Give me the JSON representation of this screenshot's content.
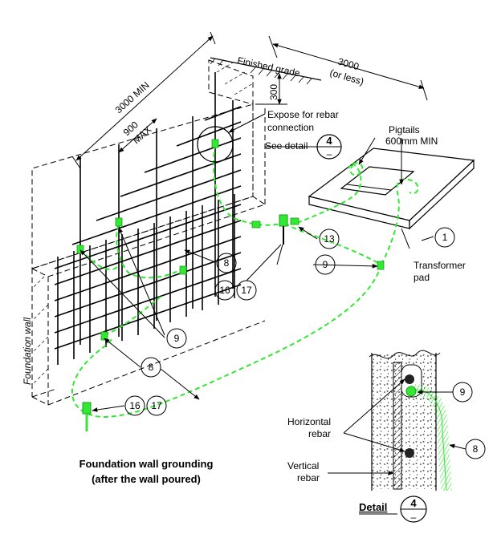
{
  "labels": {
    "finished_grade": "Finished grade",
    "dim_3000_less": "3000",
    "or_less": "(or less)",
    "dim_300": "300",
    "dim_3000_min": "3000 MIN",
    "dim_900": "900",
    "max": "MAX",
    "expose": "Expose for rebar",
    "connection": "connection",
    "see_detail": "See detail",
    "pigtails": "Pigtails",
    "pigtails_len": "600mm MIN",
    "transformer": "Transformer",
    "pad": "pad",
    "foundation_wall": "Foundation wall",
    "horizontal": "Horizontal",
    "rebar_h": "rebar",
    "vertical": "Vertical",
    "rebar_v": "rebar",
    "detail": "Detail"
  },
  "detail_ref": {
    "num": "4",
    "den": "–"
  },
  "callouts": [
    {
      "id": "c1",
      "text": "1"
    },
    {
      "id": "c8a",
      "text": "8"
    },
    {
      "id": "c8b",
      "text": "8"
    },
    {
      "id": "c8c",
      "text": "8"
    },
    {
      "id": "c9a",
      "text": "9"
    },
    {
      "id": "c9b",
      "text": "9"
    },
    {
      "id": "c9c",
      "text": "9"
    },
    {
      "id": "c13",
      "text": "13"
    },
    {
      "id": "c16a",
      "text": "16"
    },
    {
      "id": "c17a",
      "text": "17"
    },
    {
      "id": "c16b",
      "text": "16"
    },
    {
      "id": "c17b",
      "text": "17"
    }
  ],
  "caption": {
    "line1": "Foundation wall grounding",
    "line2": "(after the wall poured)"
  },
  "colors": {
    "conductor": "#33e833",
    "ink": "#000000"
  }
}
